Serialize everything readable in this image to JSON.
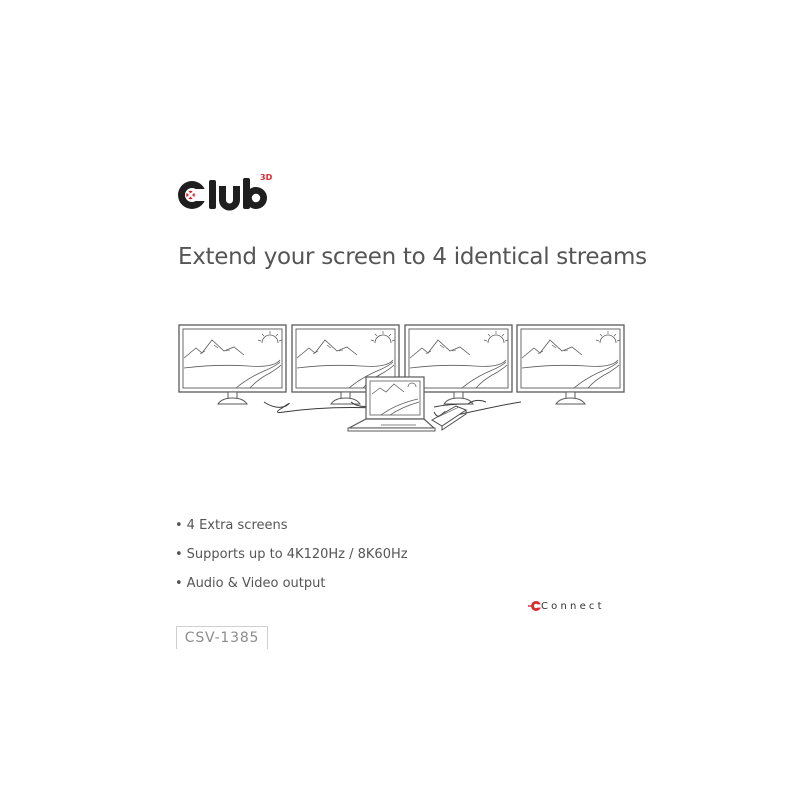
{
  "brand": {
    "logo_text": "Club",
    "logo_superscript": "3D",
    "colors": {
      "brand_red": "#d8262e",
      "logo_dark": "#1f1f1f"
    }
  },
  "headline": "Extend your screen to 4 identical streams",
  "illustration": {
    "monitor_count": 4,
    "icons": [
      "monitor-icon",
      "laptop-icon",
      "dock-icon"
    ]
  },
  "features": {
    "bullet": "•",
    "items": [
      "4 Extra screens",
      "Supports up to 4K120Hz / 8K60Hz",
      "Audio & Video output"
    ]
  },
  "connect_logo": {
    "text": "Connect"
  },
  "sku": "CSV-1385"
}
